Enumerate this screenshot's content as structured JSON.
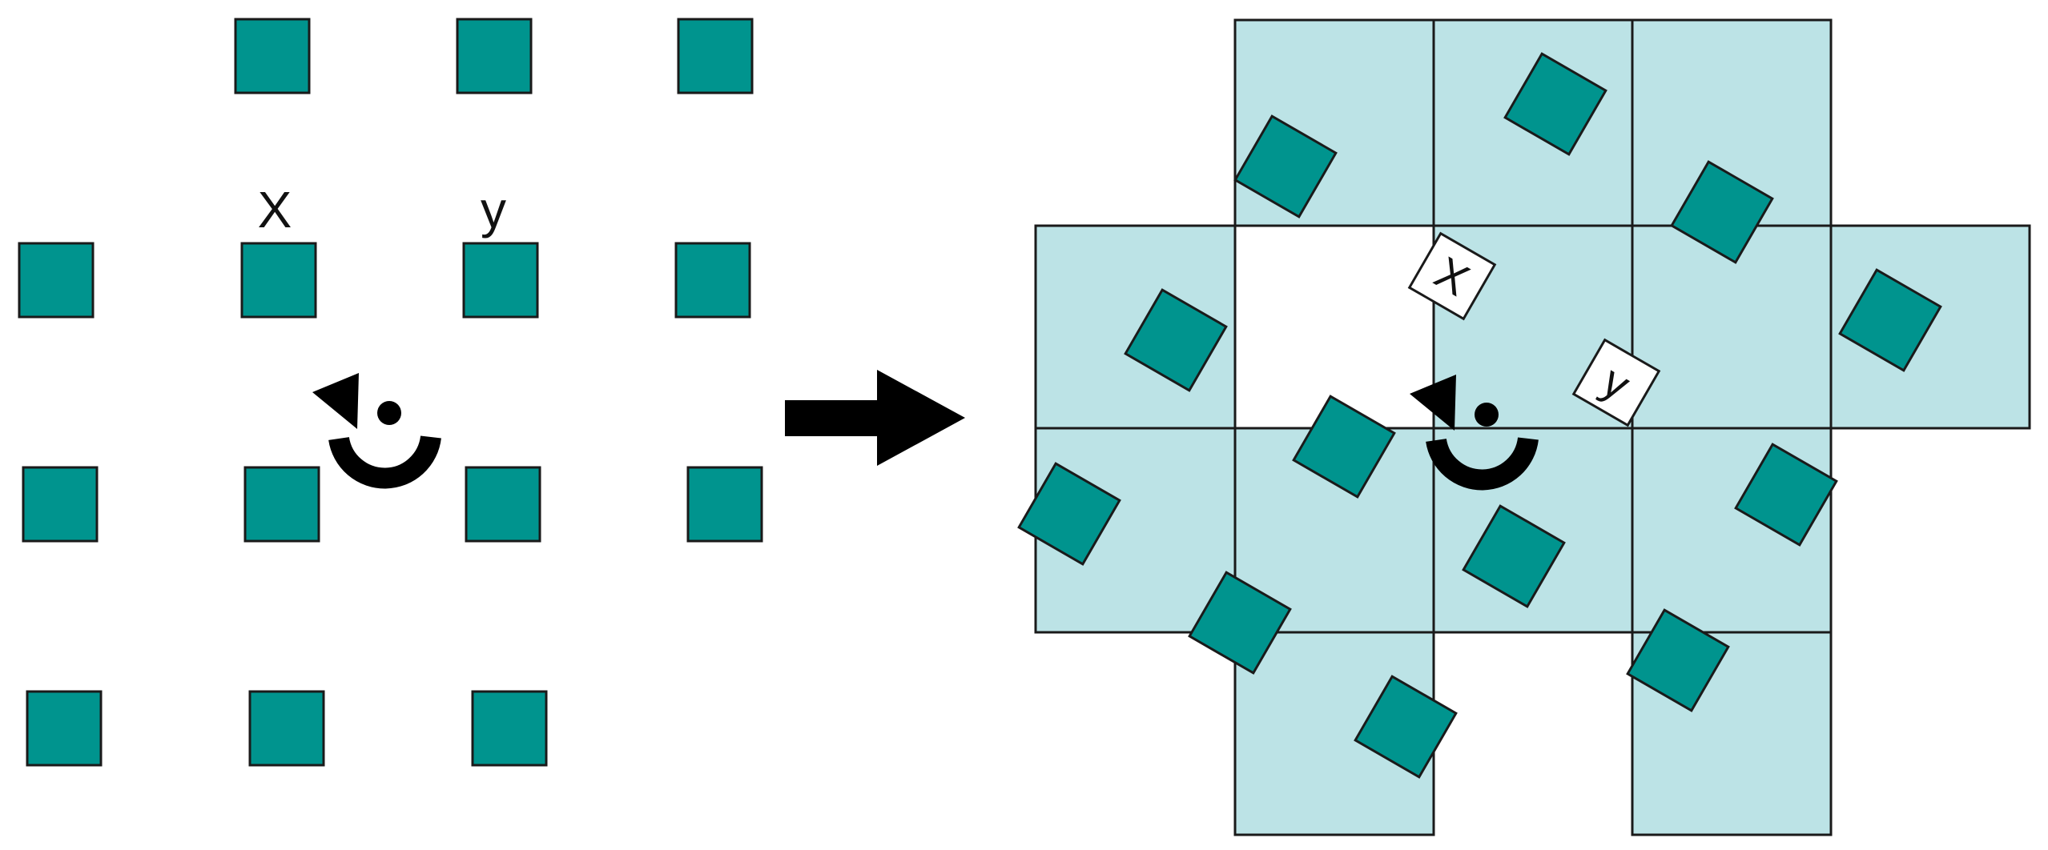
{
  "colors": {
    "tile": "#00948E",
    "cell": "#BCE3E6",
    "ink": "#000000"
  },
  "left_panel": {
    "label_x": "X",
    "label_y": "y",
    "tile_rows": [
      3,
      4,
      4,
      3
    ]
  },
  "right_panel": {
    "label_x": "X",
    "label_y": "y",
    "rotation_degrees": 30
  },
  "icons": {
    "rotation": "rotate-counterclockwise-arrow-icon",
    "transform": "right-arrow-icon"
  }
}
